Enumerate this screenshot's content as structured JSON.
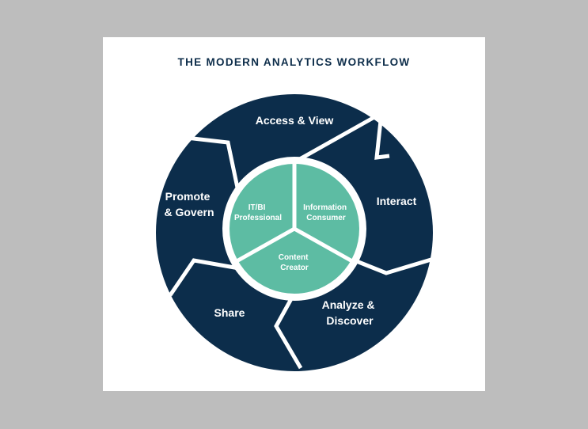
{
  "title": "THE MODERN ANALYTICS WORKFLOW",
  "colors": {
    "outer_ring": "#0c2d4b",
    "inner_circle": "#5dbca3",
    "divider": "#ffffff",
    "title": "#0d2d4a",
    "background": "#bdbdbd"
  },
  "workflow_stages": [
    {
      "id": "access",
      "lines": [
        "Access & View"
      ]
    },
    {
      "id": "interact",
      "lines": [
        "Interact"
      ]
    },
    {
      "id": "analyze",
      "lines": [
        "Analyze &",
        "Discover"
      ]
    },
    {
      "id": "share",
      "lines": [
        "Share"
      ]
    },
    {
      "id": "promote",
      "lines": [
        "Promote",
        "& Govern"
      ]
    }
  ],
  "roles": [
    {
      "id": "it-bi",
      "lines": [
        "IT/BI",
        "Professional"
      ]
    },
    {
      "id": "consumer",
      "lines": [
        "Information",
        "Consumer"
      ]
    },
    {
      "id": "creator",
      "lines": [
        "Content",
        "Creator"
      ]
    }
  ]
}
